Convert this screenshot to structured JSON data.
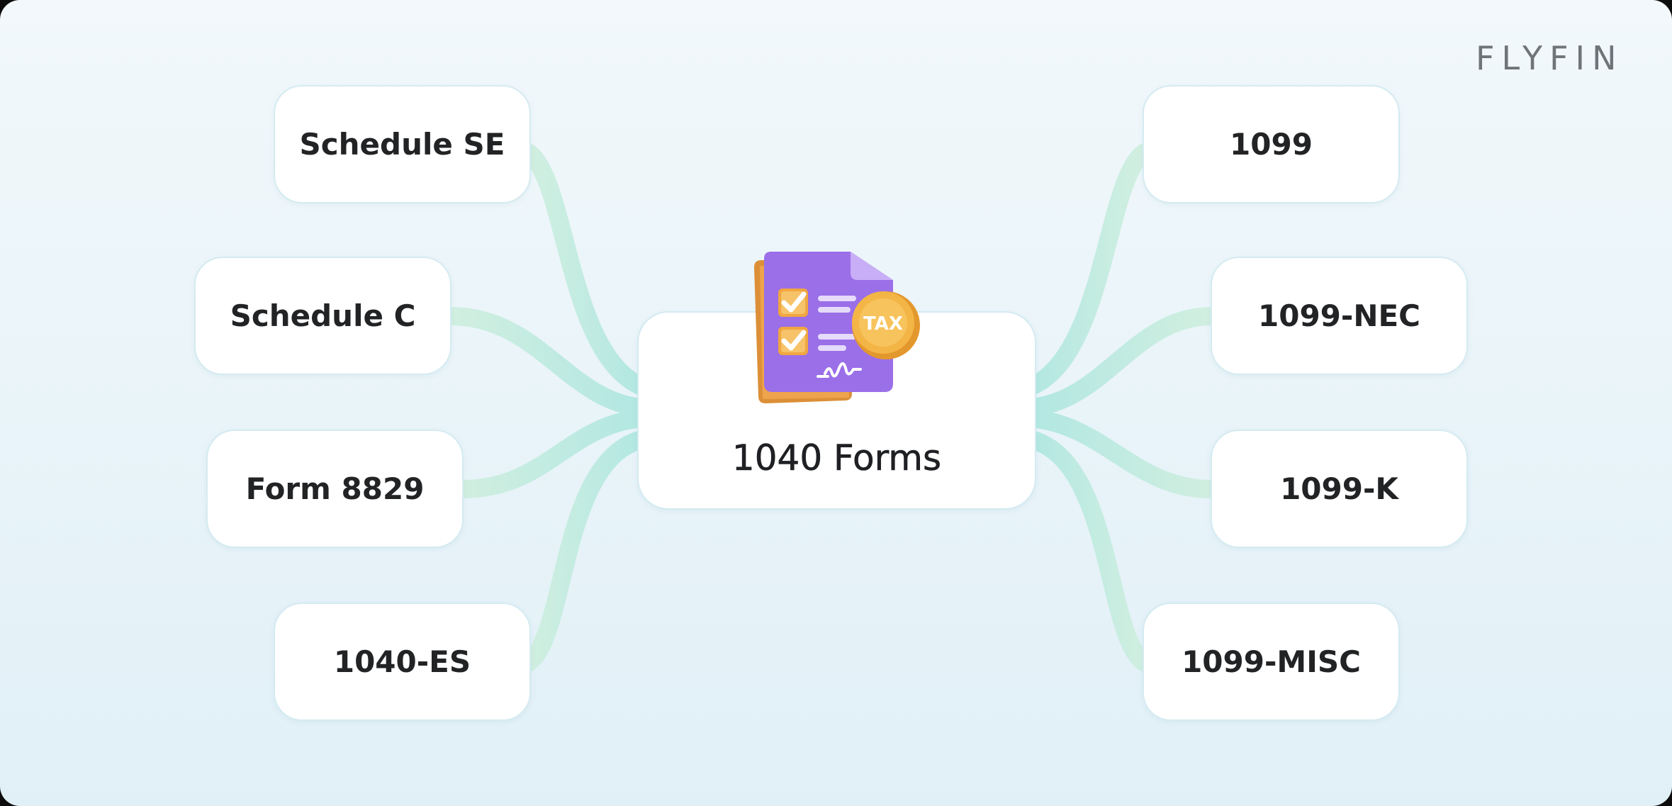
{
  "brand": {
    "logo_text": "FLYFIN"
  },
  "center": {
    "title": "1040 Forms",
    "icon": "tax-document-icon",
    "icon_badge": "TAX"
  },
  "left_nodes": [
    {
      "label": "Schedule SE"
    },
    {
      "label": "Schedule C"
    },
    {
      "label": "Form 8829"
    },
    {
      "label": "1040-ES"
    }
  ],
  "right_nodes": [
    {
      "label": "1099"
    },
    {
      "label": "1099-NEC"
    },
    {
      "label": "1099-K"
    },
    {
      "label": "1099-MISC"
    }
  ],
  "colors": {
    "background": "#eaf5fa",
    "connector_start": "#aee8df",
    "connector_end": "#cdeedc",
    "node_border": "#d4ebf1",
    "document_purple": "#9a6fe8",
    "document_back_orange": "#e39a3f",
    "badge_orange": "#f2b140"
  }
}
